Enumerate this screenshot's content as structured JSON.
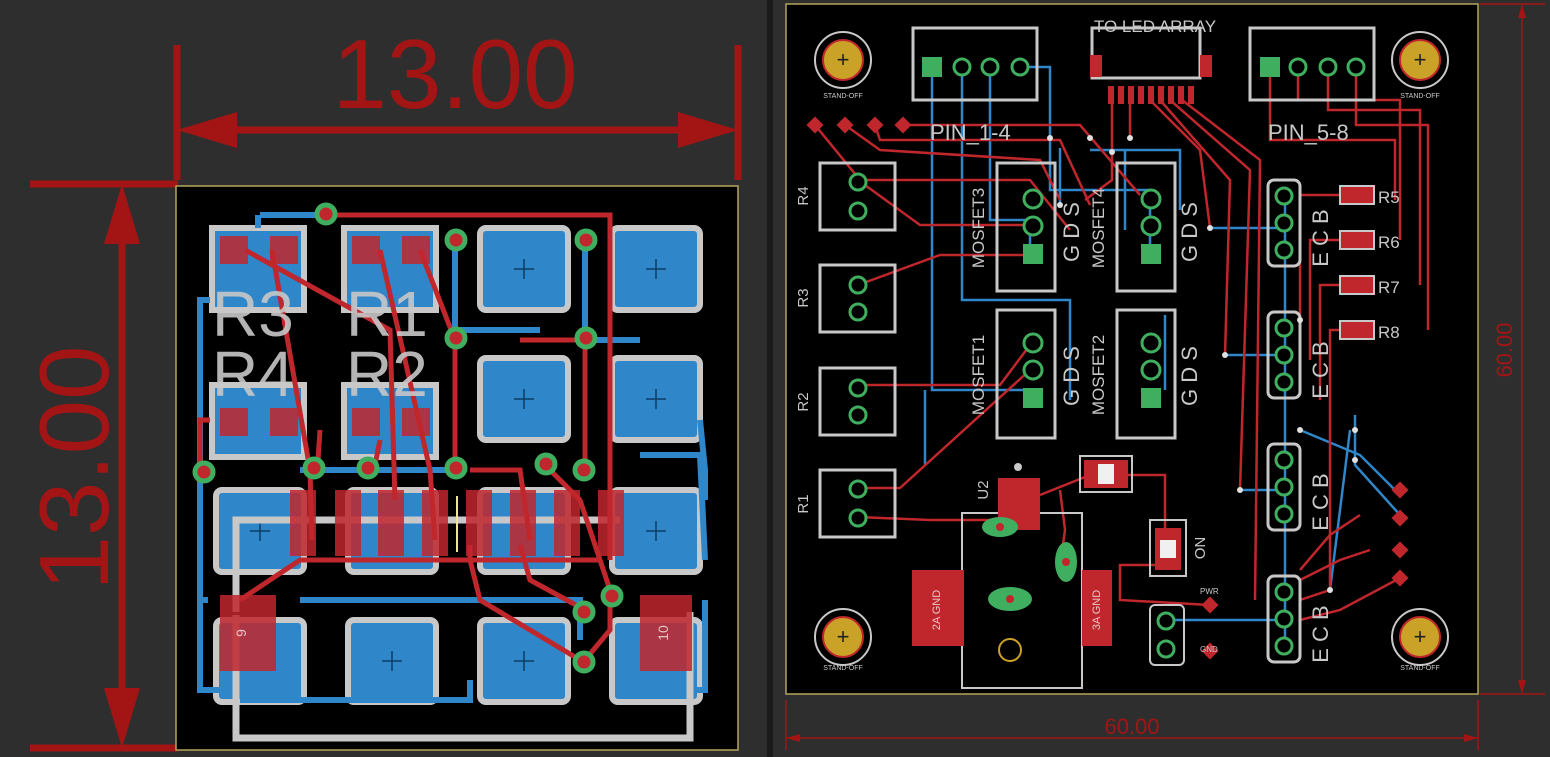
{
  "colors": {
    "background": "#2e2e2e",
    "board": "#000000",
    "dimension": "#a31515",
    "top_copper": "#c0272d",
    "bottom_copper": "#2f86c9",
    "silkscreen": "#c8c8c8",
    "pad": "#3fae5f",
    "outline": "#b5a55a"
  },
  "left_board": {
    "dim_width": "13.00",
    "dim_height": "13.00",
    "resistors": [
      "R3",
      "R1",
      "R4",
      "R2"
    ],
    "pad_labels": [
      "9",
      "10"
    ]
  },
  "right_board": {
    "title": "TO LED ARRAY",
    "header_left": "PIN_1-4",
    "header_right": "PIN_5-8",
    "mosfets": [
      "MOSFET3",
      "MOSFET4",
      "MOSFET1",
      "MOSFET2"
    ],
    "gds": "G D S",
    "terminals": [
      "R4",
      "R3",
      "R2",
      "R1"
    ],
    "right_resistors": [
      "R5",
      "R6",
      "R7",
      "R8"
    ],
    "ecb": "E C B",
    "standoff": "STAND-OFF",
    "regulator": "U2",
    "gnd_2a": "2A GND",
    "gnd_3a": "3A GND",
    "on_label": "ON",
    "pwr_label": "PWR",
    "gnd_label": "GND",
    "dim_width": "60.00",
    "dim_height": "60.00"
  }
}
